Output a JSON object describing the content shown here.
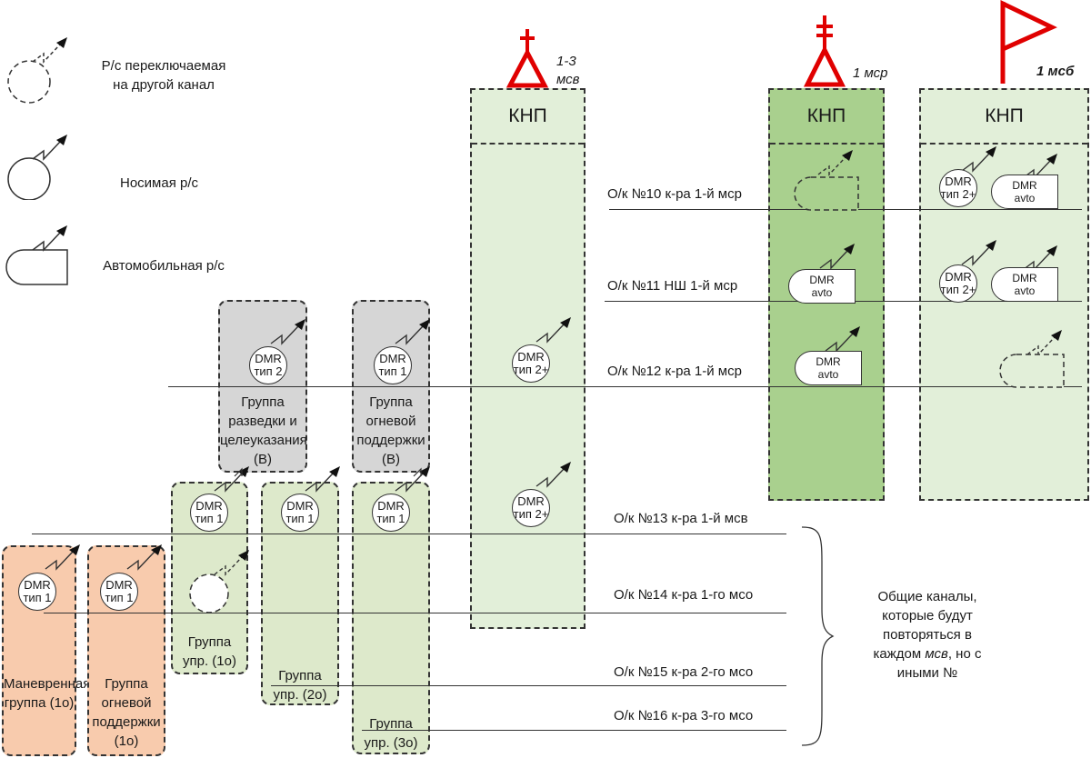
{
  "legend": {
    "switchable": "Р/с переключаемая на другой канал",
    "portable": "Носимая р/с",
    "vehicle": "Автомобильная р/с"
  },
  "hq": [
    {
      "id": "msv",
      "title": "КНП",
      "unit": "1-3 мсв",
      "symbol": "triangle-cross-icon",
      "fill": "#e2efd9"
    },
    {
      "id": "msr",
      "title": "КНП",
      "unit": "1 мср",
      "symbol": "triangle-double-cross-icon",
      "fill": "#a9d08e"
    },
    {
      "id": "msb",
      "title": "КНП",
      "unit": "1 мсб",
      "symbol": "flag-icon",
      "fill": "#e2efd9"
    }
  ],
  "radios": {
    "dmr": "DMR",
    "type1": "тип 1",
    "type2": "тип 2",
    "type2plus": "тип 2+",
    "avto": "avto"
  },
  "groups": {
    "recon": "Группа разведки и целеуказания (В)",
    "fire_support_v": "Группа огневой поддержки (В)",
    "control_1": "Группа упр. (1о)",
    "control_2": "Группа упр. (2о)",
    "control_3": "Группа упр. (3о)",
    "maneuver": "Маневренная группа (1о)",
    "fire_support_1": "Группа огневой поддержки (1о)"
  },
  "channels": [
    {
      "label": "О/к №10 к-ра 1-й мср"
    },
    {
      "label": "О/к №11 НШ 1-й мср"
    },
    {
      "label": "О/к №12 к-ра 1-й мср"
    },
    {
      "label": "О/к №13 к-ра 1-й мсв"
    },
    {
      "label": "О/к №14 к-ра 1-го мсо"
    },
    {
      "label": "О/к №15 к-ра 2-го мсо"
    },
    {
      "label": "О/к №16 к-ра 3-го мсо"
    }
  ],
  "note": {
    "line1": "Общие каналы,",
    "line2": "которые будут",
    "line3": "повторяться в",
    "line4a": "каждом ",
    "line4b": "мсв",
    "line4c": ", но с",
    "line5": "иными №"
  },
  "colors": {
    "symbol_red": "#e00000",
    "grey": "#d6d6d6",
    "green": "#dde9cb",
    "orange": "#f8cbad",
    "dark_green": "#a9d08e"
  }
}
